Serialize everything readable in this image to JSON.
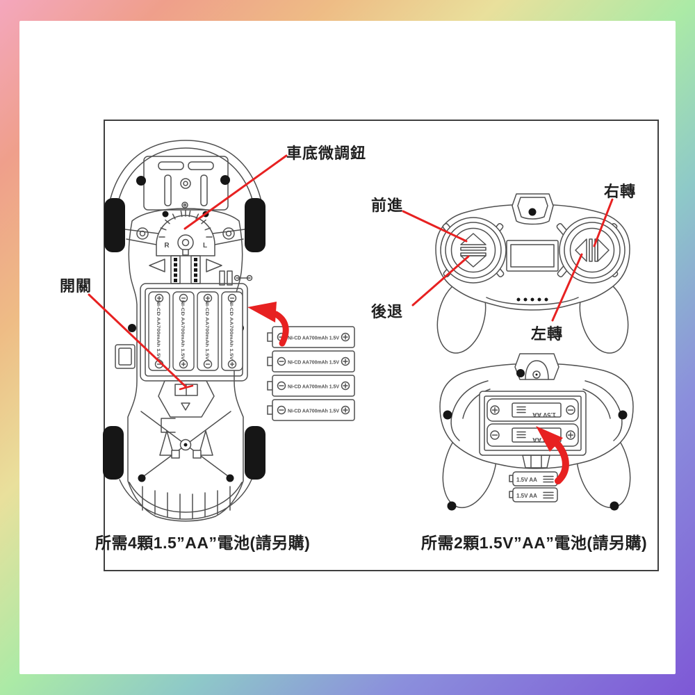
{
  "frame": {
    "gradient": [
      "#f4a7bd",
      "#ef9f8b",
      "#eebc85",
      "#e9e09c",
      "#abeaa6",
      "#8ec9c8",
      "#8b8fdc",
      "#7e58d6"
    ],
    "panel_bg": "#ffffff",
    "border_color": "#3f3f3f"
  },
  "colors": {
    "line": "#4f4f4f",
    "ink": "#161616",
    "red": "#e72121",
    "text": "#1f1f1f"
  },
  "annotations": {
    "trim_knob": "車底微調鈕",
    "switch": "開關",
    "forward": "前進",
    "backward": "後退",
    "turn_right": "右轉",
    "turn_left": "左轉"
  },
  "captions": {
    "car_batteries": "所需4顆1.5”AA”電池(請另購)",
    "controller_batteries": "所需2顆1.5V”AA”電池(請另購)"
  },
  "battery": {
    "nicd_label": "NI-CD AA700mAh 1.5V",
    "aa_label": "1.5V AA",
    "car_count": 4,
    "controller_count": 2
  },
  "dial": {
    "left": "R",
    "right": "L"
  }
}
